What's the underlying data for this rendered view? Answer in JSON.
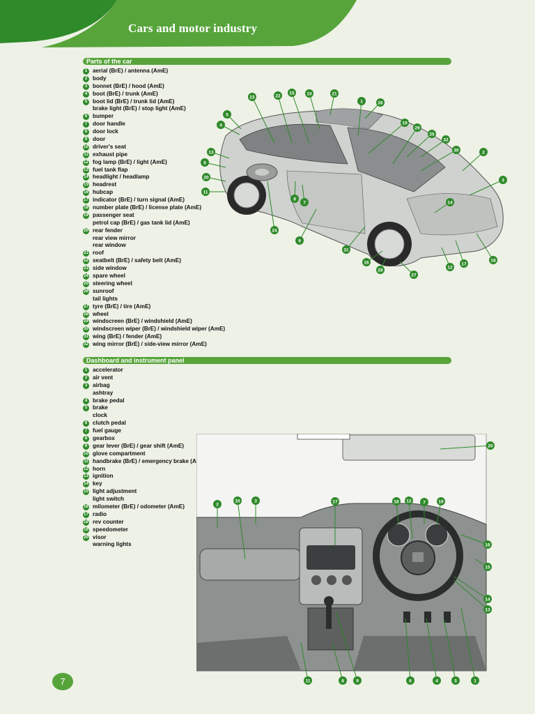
{
  "header": {
    "title": "Cars and motor industry"
  },
  "sections": [
    {
      "title": "Parts of the car",
      "items": [
        {
          "num": "1",
          "text": "aerial (BrE) / antenna (AmE)"
        },
        {
          "num": "2",
          "text": "body"
        },
        {
          "num": "3",
          "text": "bonnet (BrE) / hood (AmE)"
        },
        {
          "num": "4",
          "text": "boot (BrE) / trunk (AmE)"
        },
        {
          "num": "5",
          "text": "boot lid (BrE) / trunk lid (AmE)"
        },
        {
          "num": "",
          "text": "brake light (BrE) / stop light (AmE)"
        },
        {
          "num": "6",
          "text": "bumper"
        },
        {
          "num": "7",
          "text": "door handle"
        },
        {
          "num": "8",
          "text": "door lock"
        },
        {
          "num": "9",
          "text": "door"
        },
        {
          "num": "10",
          "text": "driver's seat"
        },
        {
          "num": "11",
          "text": "exhaust pipe"
        },
        {
          "num": "12",
          "text": "fog lamp (BrE) / light (AmE)"
        },
        {
          "num": "13",
          "text": "fuel tank flap"
        },
        {
          "num": "14",
          "text": "headlight / headlamp"
        },
        {
          "num": "15",
          "text": "headrest"
        },
        {
          "num": "16",
          "text": "hubcap"
        },
        {
          "num": "17",
          "text": "indicator (BrE) / turn signal (AmE)"
        },
        {
          "num": "18",
          "text": "number plate (BrE) / license plate (AmE)"
        },
        {
          "num": "19",
          "text": "passenger seat"
        },
        {
          "num": "",
          "text": "petrol cap (BrE) / gas tank lid (AmE)"
        },
        {
          "num": "20",
          "text": "rear fender"
        },
        {
          "num": "",
          "text": "rear view mirror"
        },
        {
          "num": "",
          "text": "rear window"
        },
        {
          "num": "21",
          "text": "roof"
        },
        {
          "num": "22",
          "text": "seatbelt (BrE) / safety belt (AmE)"
        },
        {
          "num": "23",
          "text": "side window"
        },
        {
          "num": "24",
          "text": "spare wheel"
        },
        {
          "num": "25",
          "text": "steering wheel"
        },
        {
          "num": "26",
          "text": "sunroof"
        },
        {
          "num": "",
          "text": "tail lights"
        },
        {
          "num": "27",
          "text": "tyre (BrE) / tire (AmE)"
        },
        {
          "num": "28",
          "text": "wheel"
        },
        {
          "num": "29",
          "text": "windscreen (BrE) / windshield (AmE)"
        },
        {
          "num": "30",
          "text": "windscreen wiper (BrE) / windshield wiper (AmE)"
        },
        {
          "num": "31",
          "text": "wing (BrE) / fender (AmE)"
        },
        {
          "num": "32",
          "text": "wing mirror (BrE) / side-view mirror (AmE)"
        }
      ]
    },
    {
      "title": "Dashboard and instrument panel",
      "items": [
        {
          "num": "1",
          "text": "accelerator"
        },
        {
          "num": "2",
          "text": "air vent"
        },
        {
          "num": "3",
          "text": "airbag"
        },
        {
          "num": "",
          "text": "ashtray"
        },
        {
          "num": "4",
          "text": "brake pedal"
        },
        {
          "num": "5",
          "text": "brake"
        },
        {
          "num": "",
          "text": "clock"
        },
        {
          "num": "6",
          "text": "clutch pedal"
        },
        {
          "num": "7",
          "text": "fuel gauge"
        },
        {
          "num": "8",
          "text": "gearbox"
        },
        {
          "num": "9",
          "text": "gear lever (BrE) / gear shift (AmE)"
        },
        {
          "num": "10",
          "text": "glove compartment"
        },
        {
          "num": "11",
          "text": "handbrake (BrE) / emergency brake (AmE)"
        },
        {
          "num": "12",
          "text": "horn"
        },
        {
          "num": "13",
          "text": "ignition"
        },
        {
          "num": "14",
          "text": "key"
        },
        {
          "num": "15",
          "text": "light adjustment"
        },
        {
          "num": "",
          "text": "light switch"
        },
        {
          "num": "16",
          "text": "milometer (BrE) / odometer (AmE)"
        },
        {
          "num": "17",
          "text": "radio"
        },
        {
          "num": "18",
          "text": "rev counter"
        },
        {
          "num": "19",
          "text": "speedometer"
        },
        {
          "num": "20",
          "text": "visor"
        },
        {
          "num": "",
          "text": "warning lights"
        }
      ]
    }
  ],
  "car_callouts": [
    "1",
    "2",
    "3",
    "4",
    "5",
    "6",
    "7",
    "8",
    "9",
    "10",
    "11",
    "12",
    "13",
    "14",
    "15",
    "16",
    "17",
    "18",
    "19",
    "20",
    "21",
    "22",
    "23",
    "24",
    "25",
    "26",
    "27",
    "28",
    "29",
    "30",
    "31",
    "32"
  ],
  "dash_callouts": [
    "1",
    "2",
    "3",
    "4",
    "5",
    "6",
    "7",
    "8",
    "9",
    "10",
    "11",
    "12",
    "13",
    "14",
    "15",
    "16",
    "17",
    "18",
    "19",
    "20"
  ],
  "footer": {
    "page_number": "7"
  },
  "colors": {
    "accent": "#57a43b",
    "dark_accent": "#2f8a2a",
    "background": "#eef1e6"
  }
}
